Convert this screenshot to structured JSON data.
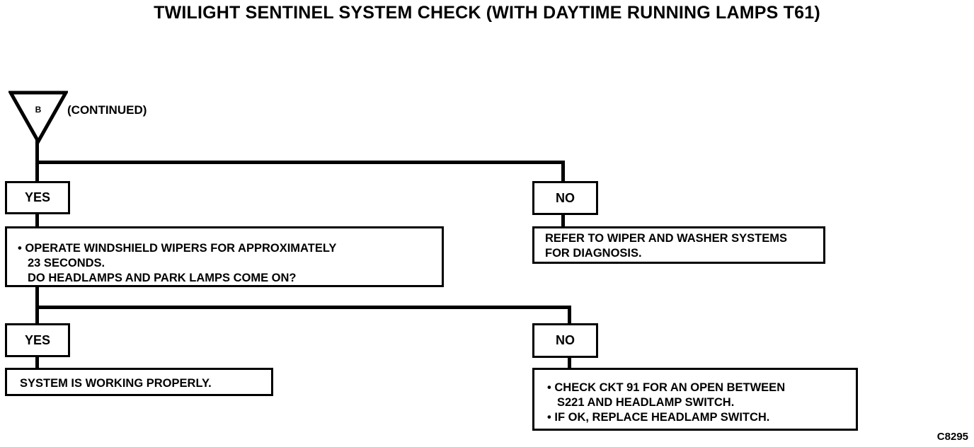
{
  "title": "TWILIGHT SENTINEL SYSTEM CHECK (WITH DAYTIME RUNNING LAMPS T61)",
  "connector": {
    "letter": "B",
    "note": "(CONTINUED)"
  },
  "step1": {
    "yes_label": "YES",
    "no_label": "NO",
    "yes_box": {
      "line1": "• OPERATE WINDSHIELD WIPERS FOR APPROXIMATELY",
      "line2": "23 SECONDS.",
      "line3": "DO HEADLAMPS AND PARK LAMPS COME ON?"
    },
    "no_box": {
      "line1": "REFER TO WIPER AND WASHER SYSTEMS",
      "line2": "FOR DIAGNOSIS."
    }
  },
  "step2": {
    "yes_label": "YES",
    "no_label": "NO",
    "yes_box": {
      "line1": "SYSTEM IS WORKING PROPERLY."
    },
    "no_box": {
      "line1": "• CHECK CKT 91 FOR AN OPEN BETWEEN",
      "line2": "S221 AND HEADLAMP SWITCH.",
      "line3": "• IF OK, REPLACE HEADLAMP SWITCH."
    }
  },
  "figure_code": "C8295"
}
